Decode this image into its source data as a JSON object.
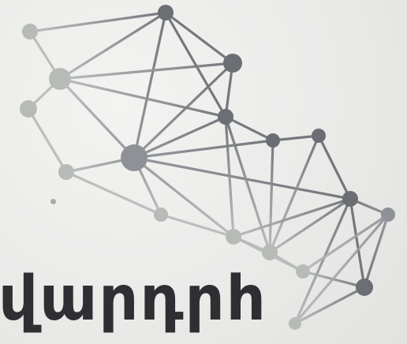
{
  "caption": {
    "text": "վարդրհ"
  },
  "network": {
    "nodes": [
      {
        "id": "n1",
        "tone": "light"
      },
      {
        "id": "n2",
        "tone": "dark"
      },
      {
        "id": "n3",
        "tone": "light"
      },
      {
        "id": "n4",
        "tone": "light"
      },
      {
        "id": "n5",
        "tone": "dark"
      },
      {
        "id": "n6",
        "tone": "mid"
      },
      {
        "id": "n7",
        "tone": "light"
      },
      {
        "id": "n8",
        "tone": "dark"
      },
      {
        "id": "n9",
        "tone": "dark"
      },
      {
        "id": "n10",
        "tone": "dark"
      },
      {
        "id": "n11",
        "tone": "dark"
      },
      {
        "id": "n12",
        "tone": "light"
      },
      {
        "id": "n13",
        "tone": "light"
      },
      {
        "id": "n14",
        "tone": "light"
      },
      {
        "id": "n15",
        "tone": "light"
      },
      {
        "id": "n16",
        "tone": "mid"
      },
      {
        "id": "n17",
        "tone": "dark"
      },
      {
        "id": "n18",
        "tone": "light"
      }
    ],
    "edges": [
      [
        "n1",
        "n2"
      ],
      [
        "n1",
        "n3"
      ],
      [
        "n2",
        "n3"
      ],
      [
        "n2",
        "n5"
      ],
      [
        "n2",
        "n6"
      ],
      [
        "n2",
        "n8"
      ],
      [
        "n3",
        "n5"
      ],
      [
        "n3",
        "n4"
      ],
      [
        "n3",
        "n6"
      ],
      [
        "n3",
        "n8"
      ],
      [
        "n4",
        "n7"
      ],
      [
        "n5",
        "n6"
      ],
      [
        "n5",
        "n8"
      ],
      [
        "n6",
        "n7"
      ],
      [
        "n6",
        "n8"
      ],
      [
        "n6",
        "n9"
      ],
      [
        "n6",
        "n12"
      ],
      [
        "n6",
        "n13"
      ],
      [
        "n6",
        "n11"
      ],
      [
        "n7",
        "n12"
      ],
      [
        "n8",
        "n13"
      ],
      [
        "n8",
        "n9"
      ],
      [
        "n8",
        "n14"
      ],
      [
        "n9",
        "n10"
      ],
      [
        "n9",
        "n14"
      ],
      [
        "n10",
        "n11"
      ],
      [
        "n10",
        "n14"
      ],
      [
        "n11",
        "n14"
      ],
      [
        "n11",
        "n16"
      ],
      [
        "n11",
        "n18"
      ],
      [
        "n11",
        "n17"
      ],
      [
        "n12",
        "n13"
      ],
      [
        "n13",
        "n14"
      ],
      [
        "n13",
        "n15"
      ],
      [
        "n14",
        "n15"
      ],
      [
        "n15",
        "n16"
      ],
      [
        "n15",
        "n17"
      ],
      [
        "n16",
        "n17"
      ],
      [
        "n17",
        "n18"
      ],
      [
        "n11",
        "n13"
      ],
      [
        "n18",
        "n16"
      ]
    ]
  }
}
